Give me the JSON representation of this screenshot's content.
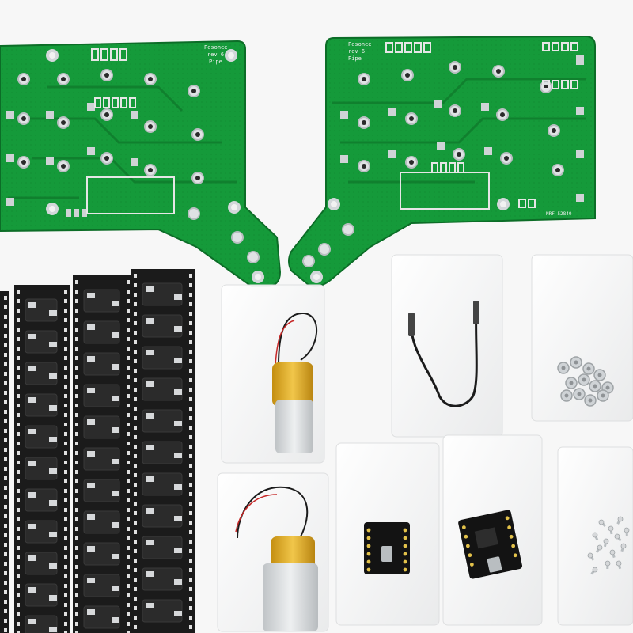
{
  "photo": {
    "left_pcb_silkscreen": "Pesonee\nrev 6\nPipe",
    "right_pcb_silkscreen": "Pesonee\nrev 6\nPipe",
    "right_pcb_footer": "NRF-52840",
    "colors": {
      "background": "#f7f7f7",
      "pcb_green": "#159a3a",
      "pcb_dark": "#0f7a2c",
      "pad_silver": "#cfd3d6",
      "tape_black": "#1b1b1b",
      "battery_gold": "#d9a81a",
      "battery_silver": "#d6d8da"
    }
  }
}
